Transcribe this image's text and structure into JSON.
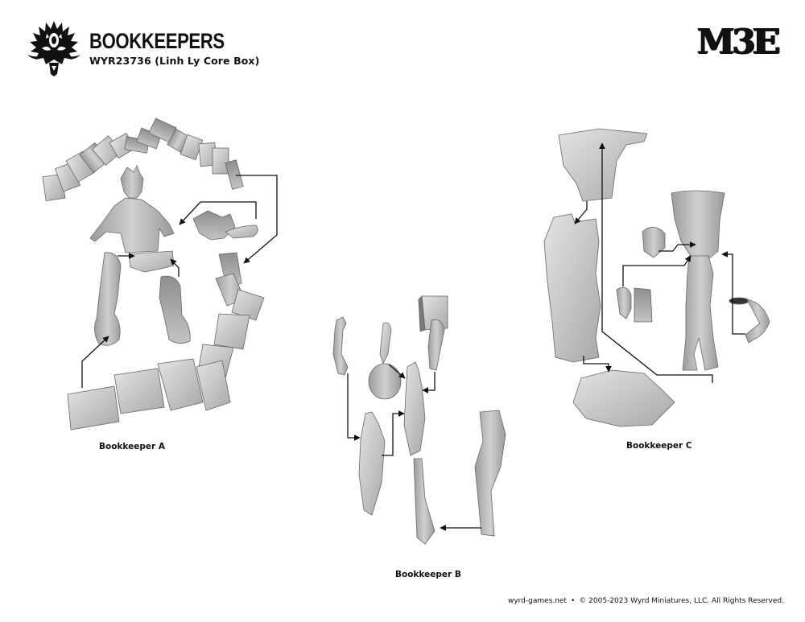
{
  "header": {
    "logo_icon": "dragon-lotus-emblem-icon",
    "title": "Bookkeepers",
    "title_display": "BOOKKEEPERS",
    "subtitle": "WYR23736 (Linh Ly Core Box)",
    "brand_logo_icon": "m3e-logo-icon",
    "brand_text_m": "M",
    "brand_text_3": "3",
    "brand_text_e": "E"
  },
  "models": [
    {
      "label": "Bookkeeper A",
      "parts": [
        "book-arc",
        "torso-with-head",
        "open-book-arm",
        "hips",
        "left-leg",
        "right-leg",
        "book-stack-base"
      ]
    },
    {
      "label": "Bookkeeper B",
      "parts": [
        "raised-arm",
        "head-with-quill",
        "book-holding-arm",
        "front-robe",
        "back-robe-body",
        "book-trail-base"
      ]
    },
    {
      "label": "Bookkeeper C",
      "parts": [
        "book-column-top",
        "book-column-middle",
        "book-column-base",
        "head-with-goggles",
        "book-arm",
        "body-with-banner",
        "plate-arm"
      ]
    }
  ],
  "footer": {
    "website": "wyrd-games.net",
    "separator": "•",
    "copyright": "© 2005-2023 Wyrd Miniatures, LLC. All Rights Reserved."
  },
  "colors": {
    "ink": "#111111",
    "part_light": "#d6d6d6",
    "part_mid": "#b4b4b4",
    "part_dark": "#8a8a8a",
    "arrow": "#111111"
  }
}
